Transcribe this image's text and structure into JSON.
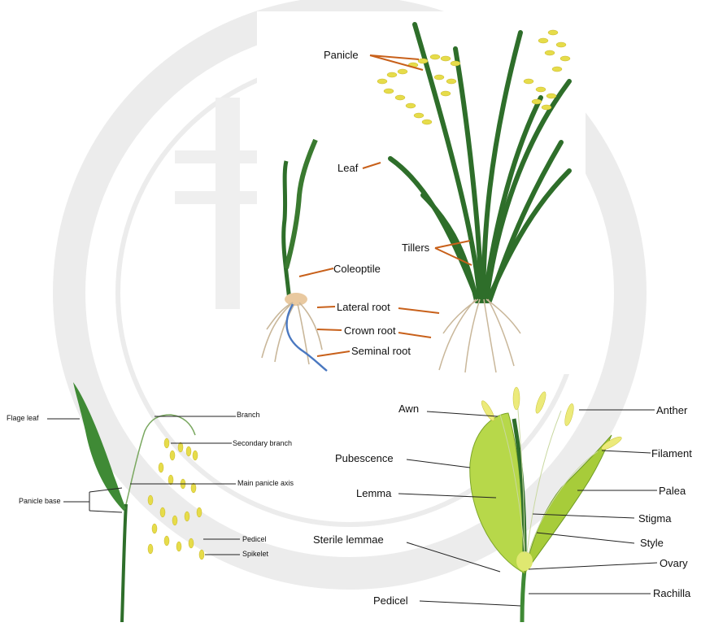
{
  "seedling_plant_labels": {
    "panicle": "Panicle",
    "leaf": "Leaf",
    "tillers": "Tillers",
    "coleoptile": "Coleoptile",
    "lateral_root": "Lateral root",
    "crown_root": "Crown root",
    "seminal_root": "Seminal root"
  },
  "panicle_labels": {
    "flage_leaf": "Flage leaf",
    "branch": "Branch",
    "secondary_branch": "Secondary branch",
    "main_panicle_axis": "Main panicle axis",
    "panicle_base": "Panicle base",
    "pedicel": "Pedicel",
    "spikelet": "Spikelet"
  },
  "spikelet_labels": {
    "awn": "Awn",
    "anther": "Anther",
    "pubescence": "Pubescence",
    "filament": "Filament",
    "lemma": "Lemma",
    "palea": "Palea",
    "stigma": "Stigma",
    "style": "Style",
    "sterile_lemmae": "Sterile lemmae",
    "ovary": "Ovary",
    "pedicel": "Pedicel",
    "rachilla": "Rachilla"
  },
  "colors": {
    "leader_orange": "#c8601a",
    "leader_black": "#222222",
    "leaf_green": "#2e6e2a",
    "grain_yellow": "#e6dc4a",
    "root_tan": "#c9b79a",
    "seminal_blue": "#4a78c0",
    "spikelet_green": "#b7d84a",
    "watermark_gray": "#ececec"
  }
}
